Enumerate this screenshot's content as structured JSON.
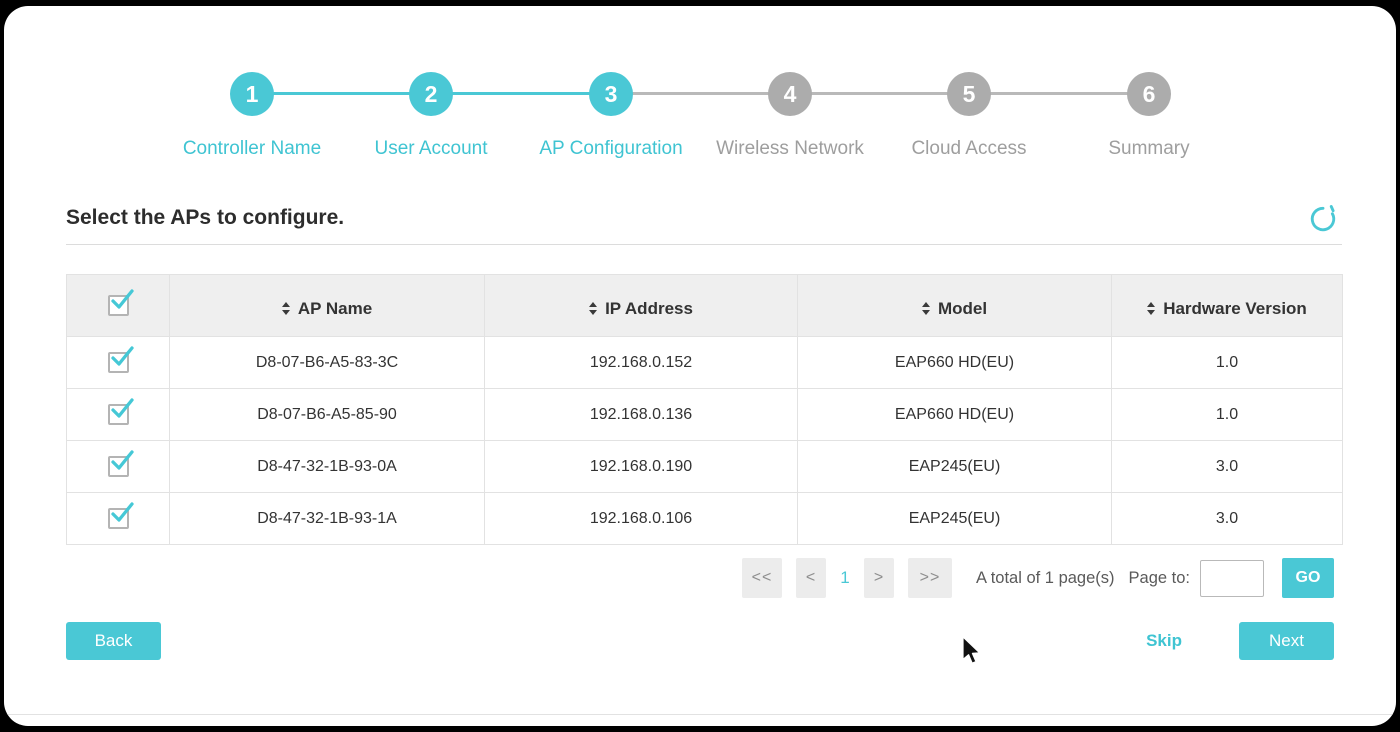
{
  "colors": {
    "accent": "#4ac8d5",
    "step_inactive": "#acacac",
    "header_bg": "#efefef",
    "text": "#333333"
  },
  "stepper": {
    "steps": [
      {
        "number": "1",
        "label": "Controller Name"
      },
      {
        "number": "2",
        "label": "User Account"
      },
      {
        "number": "3",
        "label": "AP Configuration"
      },
      {
        "number": "4",
        "label": "Wireless Network"
      },
      {
        "number": "5",
        "label": "Cloud Access"
      },
      {
        "number": "6",
        "label": "Summary"
      }
    ]
  },
  "section": {
    "title": "Select the APs to configure."
  },
  "table": {
    "headers": {
      "ap_name": "AP Name",
      "ip_address": "IP Address",
      "model": "Model",
      "hardware_version": "Hardware Version"
    },
    "rows": [
      {
        "ap_name": "D8-07-B6-A5-83-3C",
        "ip_address": "192.168.0.152",
        "model": "EAP660 HD(EU)",
        "hardware_version": "1.0"
      },
      {
        "ap_name": "D8-07-B6-A5-85-90",
        "ip_address": "192.168.0.136",
        "model": "EAP660 HD(EU)",
        "hardware_version": "1.0"
      },
      {
        "ap_name": "D8-47-32-1B-93-0A",
        "ip_address": "192.168.0.190",
        "model": "EAP245(EU)",
        "hardware_version": "3.0"
      },
      {
        "ap_name": "D8-47-32-1B-93-1A",
        "ip_address": "192.168.0.106",
        "model": "EAP245(EU)",
        "hardware_version": "3.0"
      }
    ]
  },
  "pagination": {
    "first": "<<",
    "prev": "<",
    "current_page": "1",
    "next": ">",
    "last": ">>",
    "total_text": "A total of 1 page(s)",
    "page_to_label": "Page to:",
    "input_value": "",
    "go_label": "GO"
  },
  "footer": {
    "back_label": "Back",
    "skip_label": "Skip",
    "next_label": "Next"
  }
}
